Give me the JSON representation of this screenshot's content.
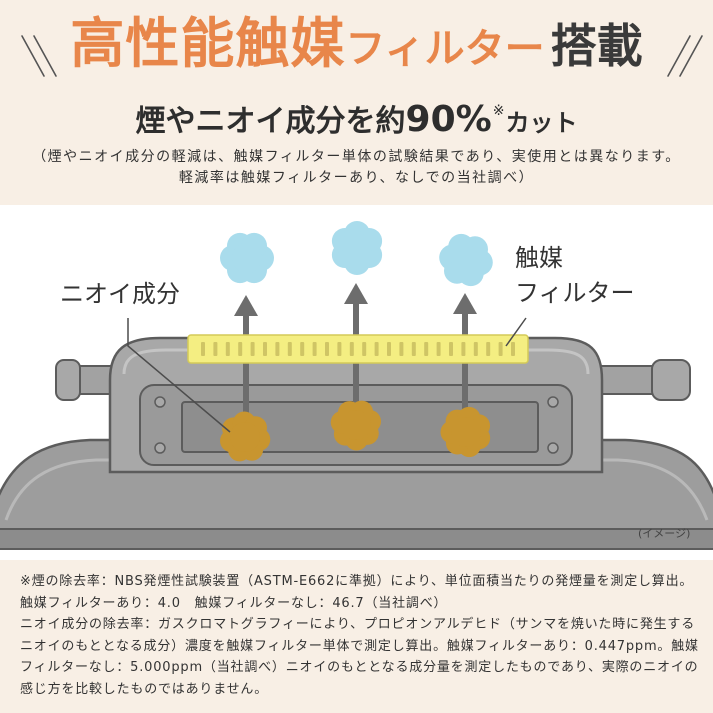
{
  "header": {
    "title_main": "高性能触媒",
    "title_kana": "フィルター",
    "title_end": "搭載",
    "subtitle_main": "煙やニオイ成分を約",
    "subtitle_value": "90%",
    "subtitle_mark": "※",
    "subtitle_end": "カット",
    "note_lines": [
      "（煙やニオイ成分の軽減は、触媒フィルター単体の試験結果であり、実使用とは異なります。",
      "軽減率は触媒フィルターあり、なしでの当社調べ）"
    ]
  },
  "illustration": {
    "label_odor": "ニオイ成分",
    "label_filter_line1": "触媒",
    "label_filter_line2": "フィルター",
    "image_note": "(イメージ)"
  },
  "footnotes": [
    "※煙の除去率：NBS発煙性試験装置（ASTM-E662に準拠）により、単位面積当たりの発煙量を測定し算出。",
    "触媒フィルターあり：4.0　触媒フィルターなし：46.7（当社調べ）",
    "ニオイ成分の除去率：ガスクロマトグラフィーにより、プロピオンアルデヒド（サンマを焼いた時に発生する",
    "ニオイのもととなる成分）濃度を触媒フィルター単体で測定し算出。触媒フィルターあり：0.447ppm。触媒",
    "フィルターなし：5.000ppm（当社調べ）ニオイのもととなる成分量を測定したものであり、実際のニオイの",
    "感じ方を比較したものではありません。"
  ],
  "colors": {
    "accent": "#e8864a",
    "header_bg": "#f8efe5",
    "filter": "#f4ee82",
    "smoke": "#a9dcec",
    "odor": "#c8952f",
    "grill": "#a5a5a5"
  }
}
